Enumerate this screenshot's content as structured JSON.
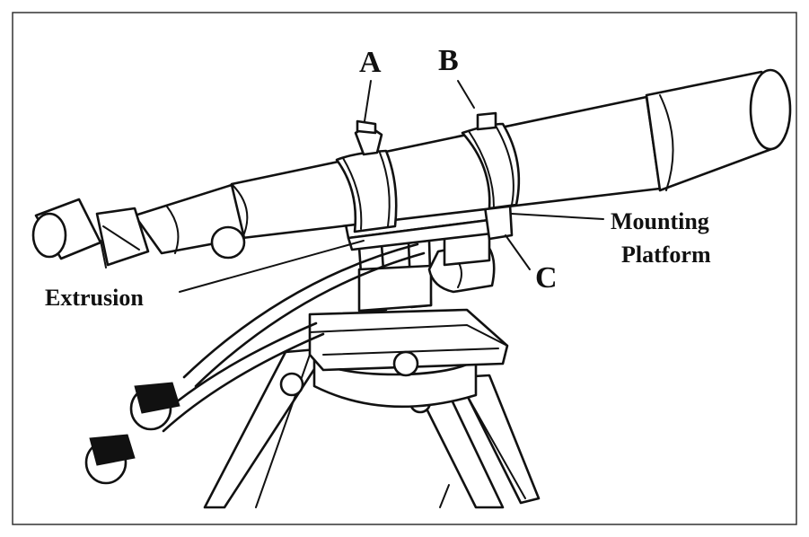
{
  "figure": {
    "labels": {
      "a": "A",
      "b": "B",
      "c": "C",
      "mounting_line1": "Mounting",
      "mounting_line2": "Platform",
      "extrusion": "Extrusion"
    }
  }
}
